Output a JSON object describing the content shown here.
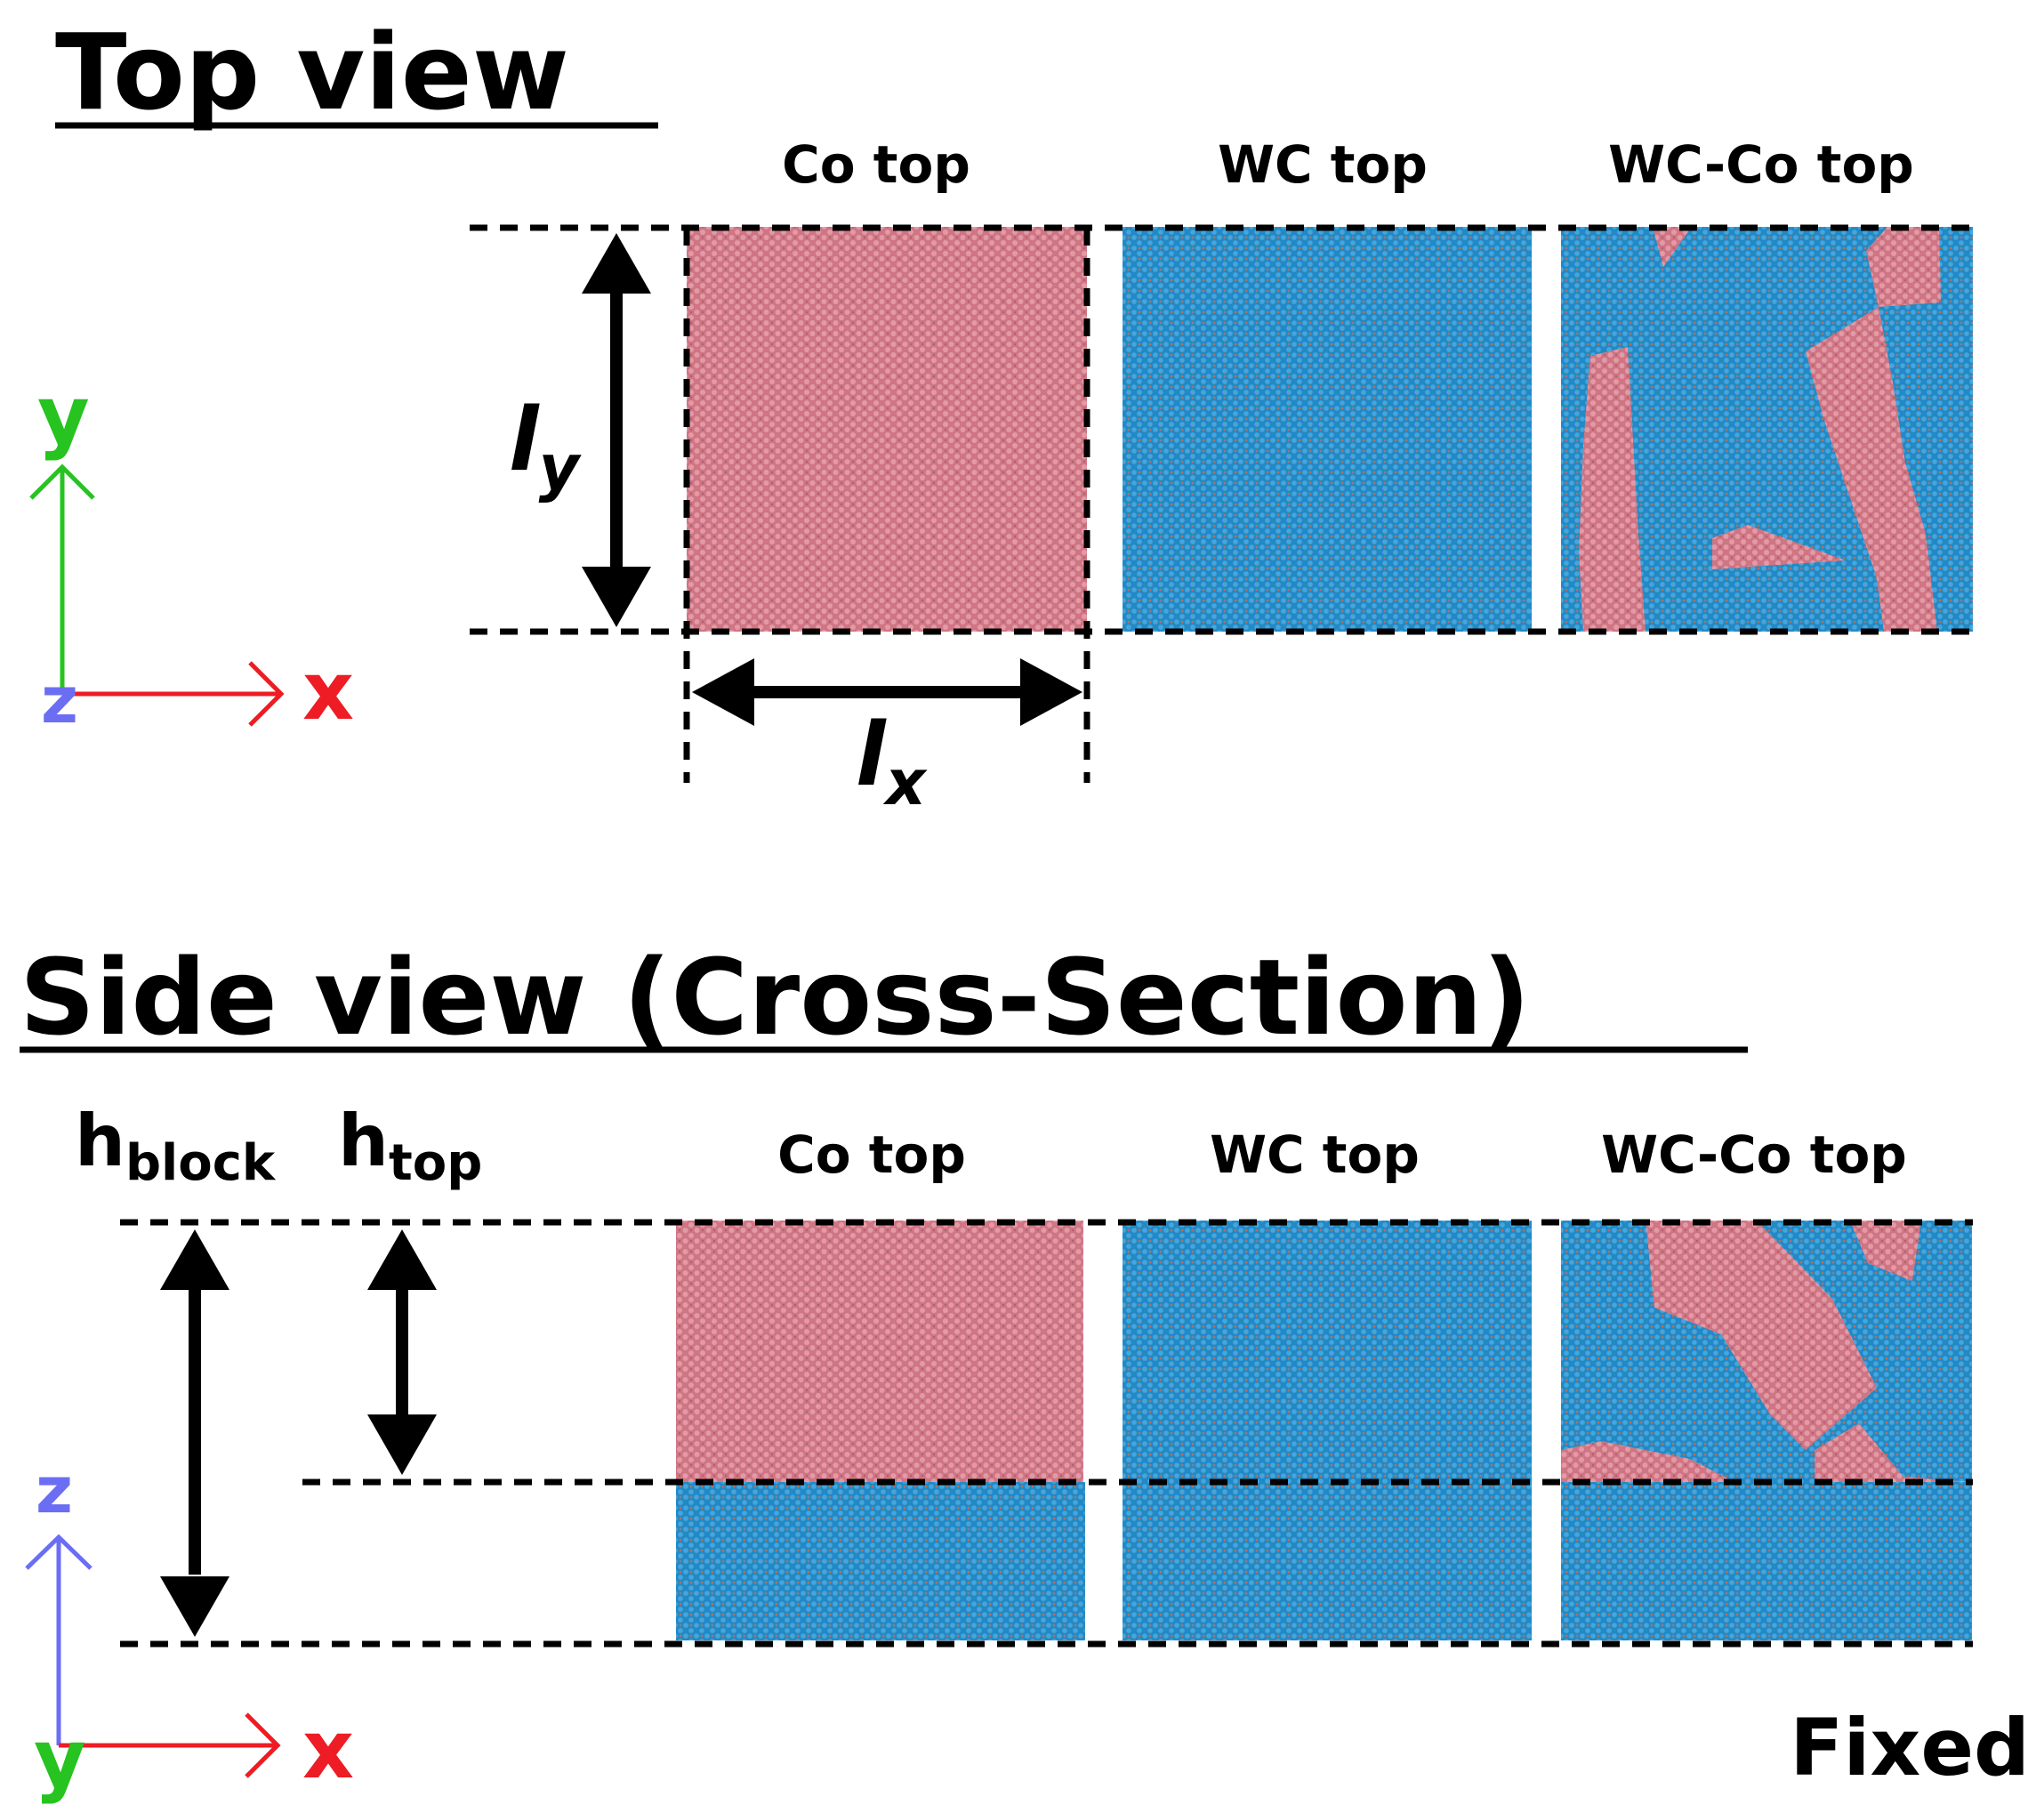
{
  "top_view": {
    "title": "Top view",
    "panels": [
      {
        "label": "Co top"
      },
      {
        "label": "WC top"
      },
      {
        "label": "WC-Co top"
      }
    ],
    "dim_y": {
      "main": "l",
      "sub": "y"
    },
    "dim_x": {
      "main": "l",
      "sub": "x"
    },
    "axes": {
      "vertical": "y",
      "horizontal": "x",
      "out_of_plane": "z"
    }
  },
  "side_view": {
    "title": "Side view (Cross-Section)",
    "panels": [
      {
        "label": "Co top"
      },
      {
        "label": "WC top"
      },
      {
        "label": "WC-Co top"
      }
    ],
    "h_block": {
      "main": "h",
      "sub": "block"
    },
    "h_top": {
      "main": "h",
      "sub": "top"
    },
    "fixed_label": "Fixed",
    "axes": {
      "vertical": "z",
      "horizontal": "x",
      "into_plane": "y"
    }
  },
  "colors": {
    "co_pink": "#cf7583",
    "wc_blue": "#2389c4",
    "axis_green": "#27c321",
    "axis_red": "#ee1c24",
    "axis_blue": "#6b6ef3"
  }
}
